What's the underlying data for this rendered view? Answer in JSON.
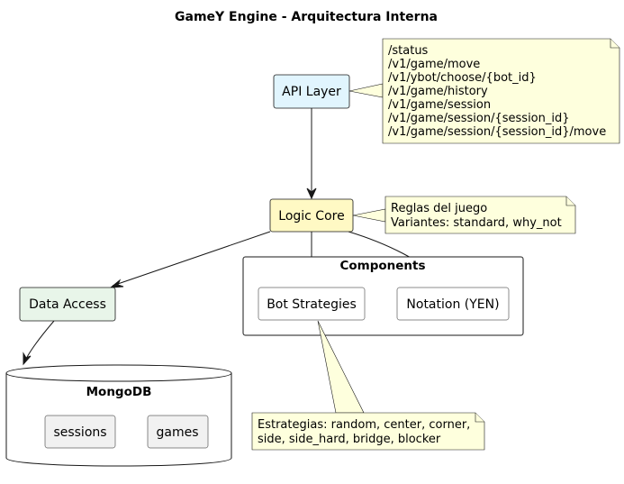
{
  "title": "GameY Engine - Arquitectura Interna",
  "nodes": {
    "api_layer": "API Layer",
    "logic_core": "Logic Core",
    "data_access": "Data Access",
    "components": {
      "label": "Components",
      "bot_strategies": "Bot Strategies",
      "notation": "Notation (YEN)"
    },
    "mongodb": {
      "label": "MongoDB",
      "sessions": "sessions",
      "games": "games"
    }
  },
  "notes": {
    "api_endpoints": [
      "/status",
      "/v1/game/move",
      "/v1/ybot/choose/{bot_id}",
      "/v1/game/history",
      "/v1/game/session",
      "/v1/game/session/{session_id}",
      "/v1/game/session/{session_id}/move"
    ],
    "logic_core": [
      "Reglas del juego",
      "Variantes: standard, why_not"
    ],
    "strategies": [
      "Estrategias: random, center, corner,",
      "side, side_hard, bridge, blocker"
    ]
  },
  "colors": {
    "api_fill": "#E1F5FE",
    "logic_fill": "#FFF9C4",
    "data_fill": "#E8F5E9",
    "component_fill": "#FFFFFF",
    "store_item_fill": "#F1F1F1",
    "note_fill": "#FEFFDD",
    "border": "#181818"
  }
}
